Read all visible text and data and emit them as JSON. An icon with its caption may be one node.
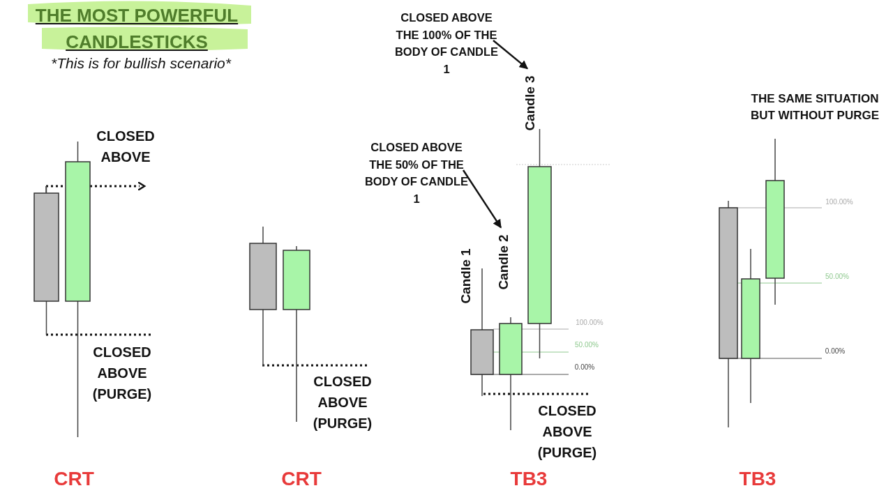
{
  "diagram": {
    "title": "THE MOST POWERFUL CANDLESTICKS",
    "nodes": [
      {
        "text": [
          "CLOSED ABOVE THE 100% OF THE BODY OF CANDLE 1"
        ]
      },
      {
        "text": [
          "Candle 3"
        ]
      },
      {
        "text": [
          "CLOSED ABOVE THE 50% OF THE BODY OF CANDLE 1"
        ]
      },
      {
        "text": [
          "Candle 2"
        ]
      }
    ],
    "edges": [
      {
        "from": 0,
        "to": 1,
        "arrow": "to"
      },
      {
        "from": 2,
        "to": 3,
        "arrow": "to"
      }
    ],
    "labels": [
      "*This is for bullish scenario*",
      "CLOSED ABOVE",
      "CLOSED ABOVE (PURGE)",
      "CLOSED ABOVE (PURGE)",
      "Candle 1",
      "CLOSED ABOVE (PURGE)",
      "100.00%",
      "50.00%",
      "0.00%",
      "THE SAME SITUATION BUT WITHOUT PURGE",
      "100.00%",
      "50.00%",
      "0.00%",
      "CRT",
      "CRT",
      "TB3",
      "TB3"
    ]
  }
}
